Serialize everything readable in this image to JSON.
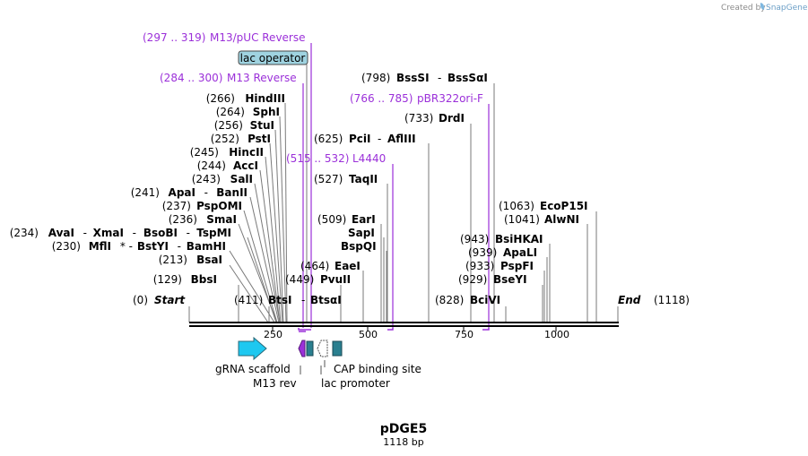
{
  "credit": {
    "text": "Created by",
    "brand": "SnapGene",
    "icon": "snapgene-leaf-icon"
  },
  "plasmid": {
    "name": "pDGE5",
    "length": "1118 bp"
  },
  "ruler": {
    "ticks": [
      "250",
      "500",
      "750",
      "1000"
    ]
  },
  "ends": [
    {
      "pos": "(0)",
      "name": "Start"
    },
    {
      "pos": "(1118)",
      "name": "End"
    }
  ],
  "enzymes": [
    {
      "pos": "(129)",
      "names": [
        "BbsI"
      ]
    },
    {
      "pos": "(213)",
      "names": [
        "BsaI"
      ]
    },
    {
      "pos": "(230)",
      "names": [
        "MflI",
        "BstYI",
        "BamHI"
      ],
      "sep": [
        "*  -",
        "-"
      ]
    },
    {
      "pos": "(234)",
      "names": [
        "AvaI",
        "XmaI",
        "BsoBI",
        "TspMI"
      ],
      "sep": [
        "-",
        "-",
        "-"
      ]
    },
    {
      "pos": "(236)",
      "names": [
        "SmaI"
      ]
    },
    {
      "pos": "(237)",
      "names": [
        "PspOMI"
      ]
    },
    {
      "pos": "(241)",
      "names": [
        "ApaI",
        "BanII"
      ],
      "sep": [
        "-"
      ]
    },
    {
      "pos": "(243)",
      "names": [
        "SalI"
      ]
    },
    {
      "pos": "(244)",
      "names": [
        "AccI"
      ]
    },
    {
      "pos": "(245)",
      "names": [
        "HincII"
      ]
    },
    {
      "pos": "(252)",
      "names": [
        "PstI"
      ]
    },
    {
      "pos": "(256)",
      "names": [
        "StuI"
      ]
    },
    {
      "pos": "(264)",
      "names": [
        "SphI"
      ]
    },
    {
      "pos": "(266)",
      "names": [
        "HindIII"
      ]
    },
    {
      "pos": "(411)",
      "names": [
        "BtsI",
        "BtsαI"
      ],
      "sep": [
        "-"
      ]
    },
    {
      "pos": "(449)",
      "names": [
        "PvuII"
      ]
    },
    {
      "pos": "(464)",
      "names": [
        "EaeI"
      ]
    },
    {
      "pos": "(509)",
      "names": [
        "EarI"
      ]
    },
    {
      "pos": "",
      "names": [
        "SapI"
      ]
    },
    {
      "pos": "",
      "names": [
        "BspQI"
      ]
    },
    {
      "pos": "(527)",
      "names": [
        "TaqII"
      ]
    },
    {
      "pos": "(625)",
      "names": [
        "PciI",
        "AflIII"
      ],
      "sep": [
        "-"
      ]
    },
    {
      "pos": "(733)",
      "names": [
        "DrdI"
      ]
    },
    {
      "pos": "(798)",
      "names": [
        "BssSI",
        "BssSαI"
      ],
      "sep": [
        "-"
      ]
    },
    {
      "pos": "(828)",
      "names": [
        "BciVI"
      ]
    },
    {
      "pos": "(929)",
      "names": [
        "BseYI"
      ]
    },
    {
      "pos": "(933)",
      "names": [
        "PspFI"
      ]
    },
    {
      "pos": "(939)",
      "names": [
        "ApaLI"
      ]
    },
    {
      "pos": "(943)",
      "names": [
        "BsiHKAI"
      ]
    },
    {
      "pos": "(1041)",
      "names": [
        "AlwNI"
      ]
    },
    {
      "pos": "(1063)",
      "names": [
        "EcoP15I"
      ]
    }
  ],
  "primers": [
    {
      "range": "(297 .. 319)",
      "name": "M13/pUC Reverse"
    },
    {
      "range": "(284 .. 300)",
      "name": "M13 Reverse"
    },
    {
      "range": "(515 .. 532)",
      "name": "L4440"
    },
    {
      "range": "(766 .. 785)",
      "name": "pBR322ori-F"
    }
  ],
  "features": [
    {
      "name": "lac operator",
      "color": "#9fd3e0"
    },
    {
      "name": "gRNA scaffold",
      "color": "#1ec8f0"
    },
    {
      "name": "M13 rev",
      "color": "#9b30d9"
    },
    {
      "name": "lac promoter",
      "color": "#ffffff"
    },
    {
      "name": "CAP binding site",
      "color": "#2a7f8f"
    }
  ],
  "colors": {
    "primer": "#9b30d9",
    "backbone": "#000000",
    "guide": "#7a7a7a"
  }
}
